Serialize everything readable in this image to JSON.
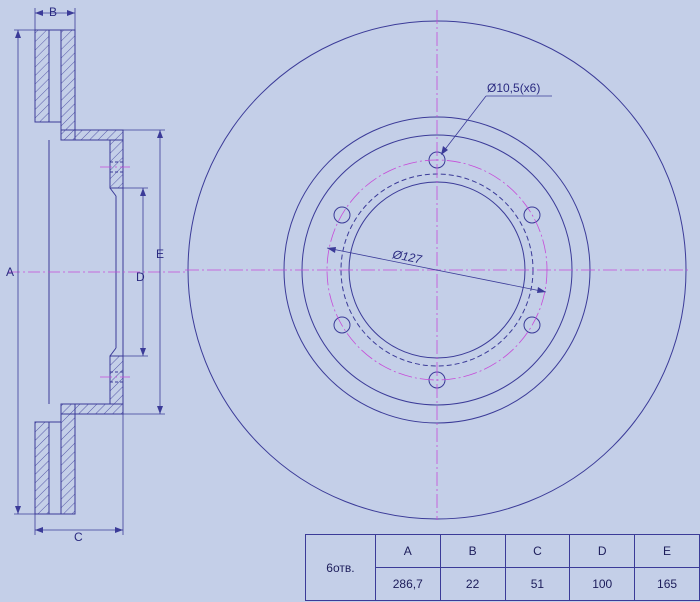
{
  "labels": {
    "dim_a": "A",
    "dim_b": "B",
    "dim_c": "C",
    "dim_d": "D",
    "dim_e": "E",
    "hole_callout": "Ø10,5(x6)",
    "pcd_callout": "Ø127"
  },
  "table": {
    "row_label": "6отв.",
    "headers": [
      "A",
      "B",
      "C",
      "D",
      "E"
    ],
    "values": [
      "286,7",
      "22",
      "51",
      "100",
      "165"
    ]
  },
  "colors": {
    "background": "#c4cfe8",
    "line": "#3b3b98",
    "center_line": "#c64bd8"
  }
}
